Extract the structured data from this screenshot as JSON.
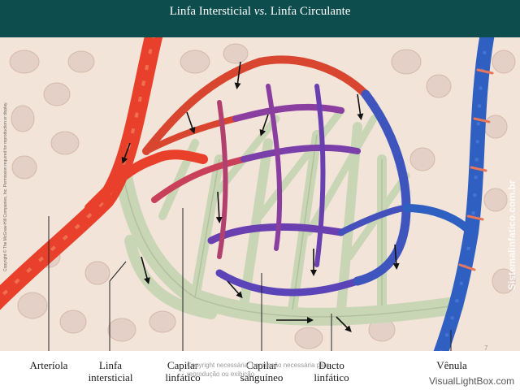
{
  "title": {
    "part1": "Linfa Intersticial ",
    "vs": "vs.",
    "part2": " Linfa Circulante"
  },
  "labels": {
    "arteriola": "Arteríola",
    "linfa_1": "Linfa",
    "linfa_2": "intersticial",
    "capilar_linf_1": "Capilar",
    "capilar_linf_2": "linfático",
    "capilar_sang_1": "Capilar",
    "capilar_sang_2": "sanguíneo",
    "ducto_1": "Ducto",
    "ducto_2": "linfático",
    "venula": "Vênula"
  },
  "watermarks": {
    "vertical_left": "Copyright © The McGraw-Hill Companies, Inc. Permission required for reproduction or display.",
    "vertical_right": "Sistemalinfatico.com.br",
    "center": "Copyright necessária: permissão necessária para reprodução ou exibição",
    "page_number": "7",
    "site": "VisualLightBox.com"
  },
  "colors": {
    "header_bg": "#0d4d4d",
    "artery": "#e8402a",
    "vein": "#2f5fc0",
    "capillary_mix": "#7a3fa8",
    "lymph": "#c9d6b6",
    "tissue_bg": "#f3e4d9",
    "cell": "#e4d0c6"
  }
}
